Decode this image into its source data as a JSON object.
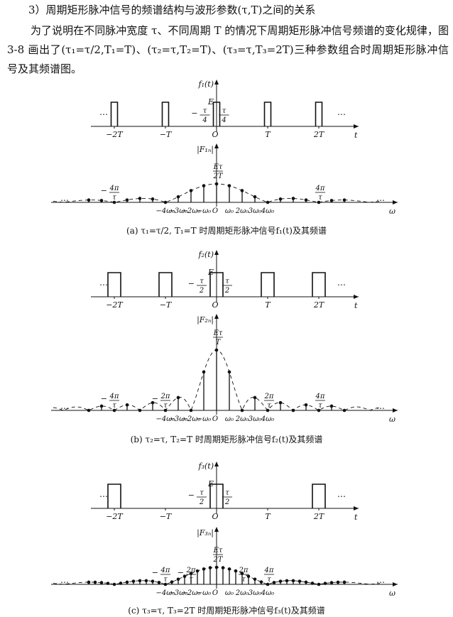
{
  "heading": "3）周期矩形脉冲信号的频谱结构与波形参数(τ,T)之间的关系",
  "paragraph": "为了说明在不同脉冲宽度 τ、不同周期 T 的情况下周期矩形脉冲信号频谱的变化规律，图 3-8 画出了(τ₁=τ/2,T₁=T)、(τ₂=τ,T₂=T)、(τ₃=τ,T₃=2T)三种参数组合时周期矩形脉冲信号及其频谱图。",
  "figures": [
    {
      "caption": "(a) τ₁=τ/2, T₁=T 时周期矩形脉冲信号f₁(t)及其频谱",
      "signal": {
        "ylabel": "f₁(t)",
        "amplitude": "E",
        "t_axis": "t",
        "ellipsis": "…",
        "tick_labels": [
          "−2T",
          "−T",
          "O",
          "T",
          "2T"
        ],
        "width_labels": {
          "left_num": "τ",
          "left_den": "4",
          "right_num": "τ",
          "right_den": "4"
        },
        "period": 1,
        "pulse_width": 0.125,
        "pulse_centers": [
          -2,
          -1,
          0,
          1,
          2
        ]
      },
      "spectrum": {
        "ylabel": "|F₁ₙ|",
        "peak_num": "Eτ",
        "peak_den": "2T",
        "w_axis": "ω",
        "ellipsis": "…",
        "tick_labels": [
          "−4ω₀",
          "−3ω₀",
          "−2ω₀",
          "−ω₀",
          "O",
          "ω₀",
          "2ω₀",
          "3ω₀",
          "4ω₀"
        ],
        "zero_labels": [
          {
            "n": 8,
            "num": "4π",
            "den": "τ",
            "neg": false
          },
          {
            "n": -8,
            "num": "4π",
            "den": "τ",
            "neg": true
          }
        ],
        "envelope_x": 0.25,
        "n_range": 10,
        "envelope_first_zero": 8
      }
    },
    {
      "caption": "(b) τ₂=τ, T₂=T 时周期矩形脉冲信号f₂(t)及其频谱",
      "signal": {
        "ylabel": "f₂(t)",
        "amplitude": "E",
        "t_axis": "t",
        "ellipsis": "…",
        "tick_labels": [
          "−2T",
          "−T",
          "O",
          "T",
          "2T"
        ],
        "width_labels": {
          "left_num": "τ",
          "left_den": "2",
          "right_num": "τ",
          "right_den": "2"
        },
        "period": 1,
        "pulse_width": 0.25,
        "pulse_centers": [
          -2,
          -1,
          0,
          1,
          2
        ]
      },
      "spectrum": {
        "ylabel": "|F₂ₙ|",
        "peak_num": "Eτ",
        "peak_den": "T",
        "w_axis": "ω",
        "ellipsis": "…",
        "tick_labels": [
          "−4ω₀",
          "−3ω₀",
          "−2ω₀",
          "−ω₀",
          "O",
          "ω₀",
          "2ω₀",
          "3ω₀",
          "4ω₀"
        ],
        "zero_labels": [
          {
            "n": 4,
            "num": "2π",
            "den": "τ",
            "neg": false
          },
          {
            "n": -4,
            "num": "2π",
            "den": "τ",
            "neg": true
          },
          {
            "n": 8,
            "num": "4π",
            "den": "τ",
            "neg": false
          },
          {
            "n": -8,
            "num": "4π",
            "den": "τ",
            "neg": true
          }
        ],
        "envelope_x": 0.5,
        "n_range": 10,
        "envelope_first_zero": 4
      }
    },
    {
      "caption": "(c) τ₃=τ, T₃=2T 时周期矩形脉冲信号f₃(t)及其频谱",
      "signal": {
        "ylabel": "f₃(t)",
        "amplitude": "E",
        "t_axis": "t",
        "ellipsis": "…",
        "tick_labels": [
          "−2T",
          "−T",
          "O",
          "T",
          "2T"
        ],
        "width_labels": {
          "left_num": "τ",
          "left_den": "2",
          "right_num": "τ",
          "right_den": "2"
        },
        "period": 2,
        "pulse_width": 0.25,
        "pulse_centers": [
          -2,
          0,
          2
        ]
      },
      "spectrum": {
        "ylabel": "|F₃ₙ|",
        "peak_num": "Eτ",
        "peak_den": "2T",
        "w_axis": "ω",
        "ellipsis": "…",
        "tick_labels": [
          "−4ω₀",
          "−3ω₀",
          "−2ω₀",
          "−ω₀",
          "O",
          "ω₀",
          "2ω₀",
          "3ω₀",
          "4ω₀"
        ],
        "zero_labels": [
          {
            "n": 4,
            "num": "2π",
            "den": "τ",
            "neg": false
          },
          {
            "n": -4,
            "num": "2π",
            "den": "τ",
            "neg": true
          },
          {
            "n": 8,
            "num": "4π",
            "den": "τ",
            "neg": false
          },
          {
            "n": -8,
            "num": "4π",
            "den": "τ",
            "neg": true
          }
        ],
        "envelope_x": 0.125,
        "n_range": 20,
        "envelope_first_zero": 8
      }
    }
  ]
}
